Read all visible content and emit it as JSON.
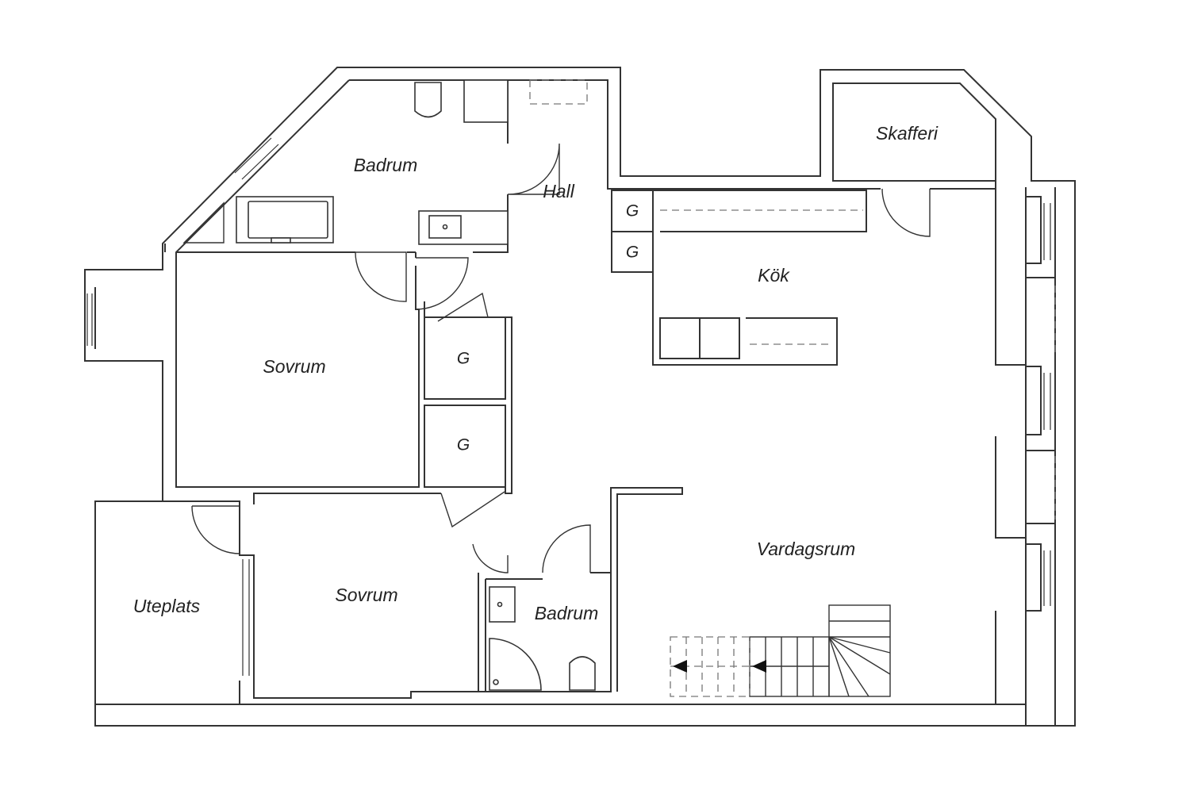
{
  "rooms": [
    {
      "id": "badrum-upper",
      "label": "Badrum"
    },
    {
      "id": "hall",
      "label": "Hall"
    },
    {
      "id": "skafferi",
      "label": "Skafferi"
    },
    {
      "id": "kok",
      "label": "Kök"
    },
    {
      "id": "sovrum-upper",
      "label": "Sovrum"
    },
    {
      "id": "sovrum-lower",
      "label": "Sovrum"
    },
    {
      "id": "uteplats",
      "label": "Uteplats"
    },
    {
      "id": "badrum-lower",
      "label": "Badrum"
    },
    {
      "id": "vardagsrum",
      "label": "Vardagsrum"
    }
  ],
  "wardrobes": [
    {
      "id": "g-kitchen-top",
      "label": "G"
    },
    {
      "id": "g-kitchen-bottom",
      "label": "G"
    },
    {
      "id": "g-hall-top",
      "label": "G"
    },
    {
      "id": "g-hall-bottom",
      "label": "G"
    }
  ]
}
